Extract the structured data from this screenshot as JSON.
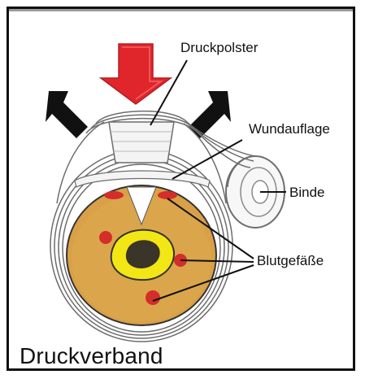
{
  "labels": {
    "druckpolster": "Druckpolster",
    "wundauflage": "Wundauflage",
    "binde": "Binde",
    "blutgefaesse": "Blutgefäße"
  },
  "caption": "Druckverband",
  "colors": {
    "red_arrow": "#e0262b",
    "black_arrow": "#111111",
    "limb_fill": "#d9a047",
    "limb_fill_dark": "#c7862e",
    "vessel": "#d32e2a",
    "bone": "#f2e615",
    "marrow": "#3a3528",
    "pad": "#f4f4f4",
    "bandage_line": "#6d6d6d"
  },
  "icons": [
    "red-down-arrow-icon",
    "black-arrow-left-icon",
    "black-arrow-right-icon"
  ]
}
